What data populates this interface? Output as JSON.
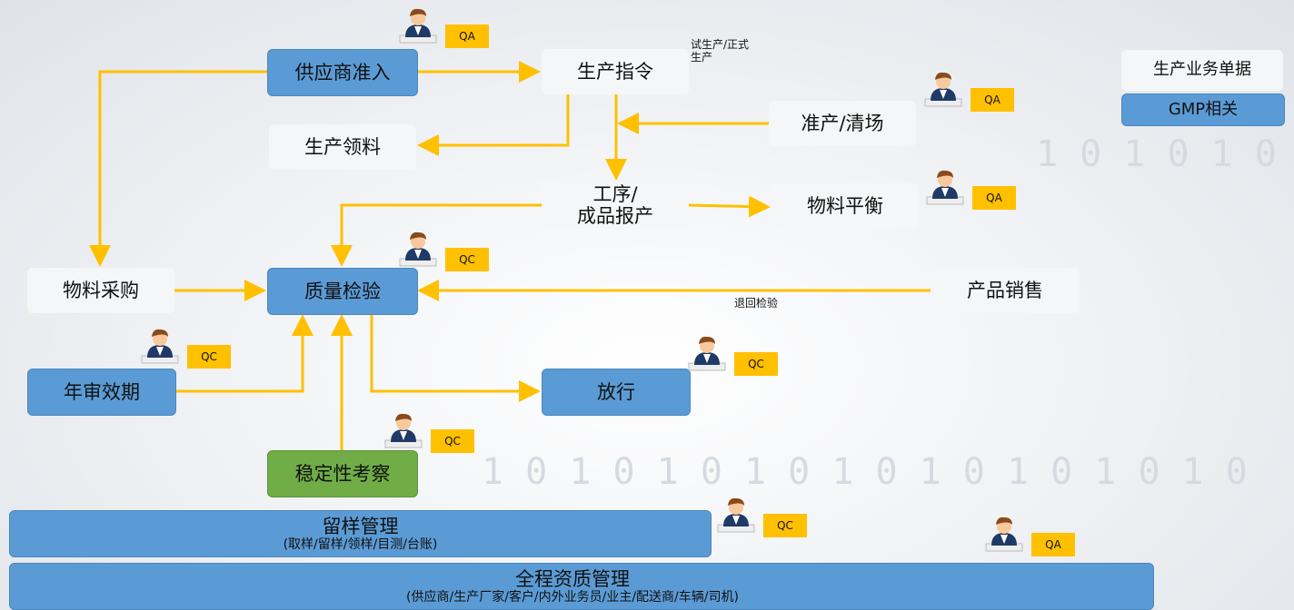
{
  "nodes": {
    "supplier_access": "供应商准入",
    "production_order": "生产指令",
    "production_picking": "生产领料",
    "approval_clearance": "准产/清场",
    "process_report_1": "工序/",
    "process_report_2": "成品报产",
    "material_balance": "物料平衡",
    "material_purchase": "物料采购",
    "quality_inspection": "质量检验",
    "product_sales": "产品销售",
    "annual_review": "年审效期",
    "release": "放行",
    "stability_study": "稳定性考察",
    "sample_retention": "留样管理",
    "sample_retention_sub": "(取样/留样/领样/目测/台账)",
    "qualification_mgmt": "全程资质管理",
    "qualification_mgmt_sub": "(供应商/生产厂家/客户/内外业务员/业主/配送商/车辆/司机)"
  },
  "notes": {
    "trial_production_1": "试生产/正式",
    "trial_production_2": "生产",
    "return_inspection": "退回检验"
  },
  "legend": {
    "business_docs": "生产业务单据",
    "gmp": "GMP相关"
  },
  "badges": [
    "QA",
    "QA",
    "QA",
    "QC",
    "QC",
    "QC",
    "QC",
    "QC",
    "QA"
  ],
  "colors": {
    "arrow": "#ffc000",
    "blue": "#5b9bd5",
    "green": "#70ad47",
    "badge": "#ffc000"
  }
}
